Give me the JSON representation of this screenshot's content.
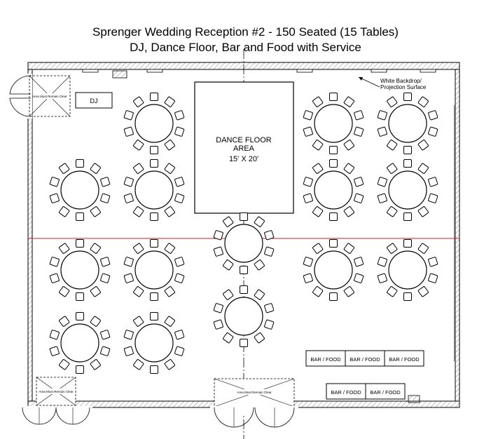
{
  "title_line1": "Sprenger Wedding Reception #2 - 150 Seated (15 Tables)",
  "title_line2": "DJ, Dance Floor, Bar and Food with Service",
  "labels": {
    "dj": "DJ",
    "dance_floor": [
      "DANCE FLOOR",
      "AREA",
      "15' X 20'"
    ],
    "backdrop": [
      "White Backdrop/",
      "Projection Surface"
    ],
    "bar_food": "BAR / FOOD",
    "door_note": "Area Must Remain Clear"
  },
  "tables": {
    "count": 15,
    "chairs_per_table": 10
  },
  "bar_stations": {
    "upper_row": 3,
    "lower_row": 2
  },
  "colors": {
    "line": "#000000",
    "wall_hatch": "#9a9a9a",
    "centerline": "#cc2222",
    "background": "#ffffff"
  }
}
